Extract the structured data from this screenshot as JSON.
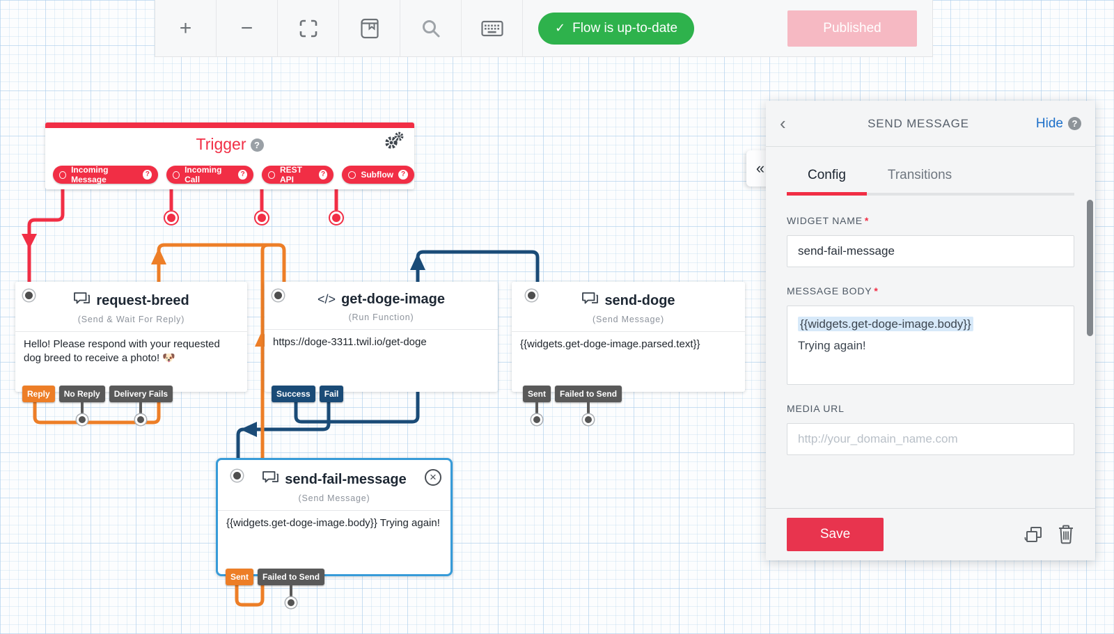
{
  "toolbar": {
    "zoom_in_glyph": "+",
    "zoom_out_glyph": "−",
    "check_glyph": "✓",
    "status_button": "Flow is up-to-date",
    "publish_button": "Published"
  },
  "canvas": {
    "trigger": {
      "title": "Trigger",
      "help_glyph": "?",
      "pills": [
        "Incoming Message",
        "Incoming Call",
        "REST API",
        "Subflow"
      ]
    },
    "widgets": [
      {
        "title": "request-breed",
        "type": "(Send & Wait For Reply)",
        "body": "Hello! Please respond with your requested dog breed to receive a photo! 🐶",
        "transitions": [
          "Reply",
          "No Reply",
          "Delivery Fails"
        ]
      },
      {
        "title": "get-doge-image",
        "type": "(Run Function)",
        "body": "https://doge-3311.twil.io/get-doge",
        "transitions": [
          "Success",
          "Fail"
        ]
      },
      {
        "title": "send-doge",
        "type": "(Send Message)",
        "body": "{{widgets.get-doge-image.parsed.text}}",
        "transitions": [
          "Sent",
          "Failed to Send"
        ]
      },
      {
        "title": "send-fail-message",
        "type": "(Send Message)",
        "body": "{{widgets.get-doge-image.body}} Trying again!",
        "transitions": [
          "Sent",
          "Failed to Send"
        ],
        "selected": true
      }
    ]
  },
  "panel": {
    "title": "SEND MESSAGE",
    "back_glyph": "‹",
    "hide_label": "Hide",
    "help_glyph": "?",
    "collapse_glyph": "«",
    "close_glyph": "×",
    "tabs": [
      "Config",
      "Transitions"
    ],
    "required_mark": "*",
    "fields": {
      "widget_name": {
        "label": "WIDGET NAME",
        "value": "send-fail-message"
      },
      "message_body": {
        "label": "MESSAGE BODY",
        "line1": "{{widgets.get-doge-image.body}}",
        "line2": "Trying again!"
      },
      "media_url": {
        "label": "MEDIA URL",
        "placeholder": "http://your_domain_name.com"
      }
    },
    "save_label": "Save"
  },
  "icons": {
    "code_glyph": "</>"
  },
  "colors": {
    "twilio_red": "#F12E45",
    "orange": "#ED7E27",
    "navy": "#1A4B77",
    "green": "#2EB24C",
    "selection_blue": "#379BD8",
    "link_blue": "#1C6FC9",
    "published_pink": "#F6B9C3",
    "tag_gray": "#595959"
  }
}
